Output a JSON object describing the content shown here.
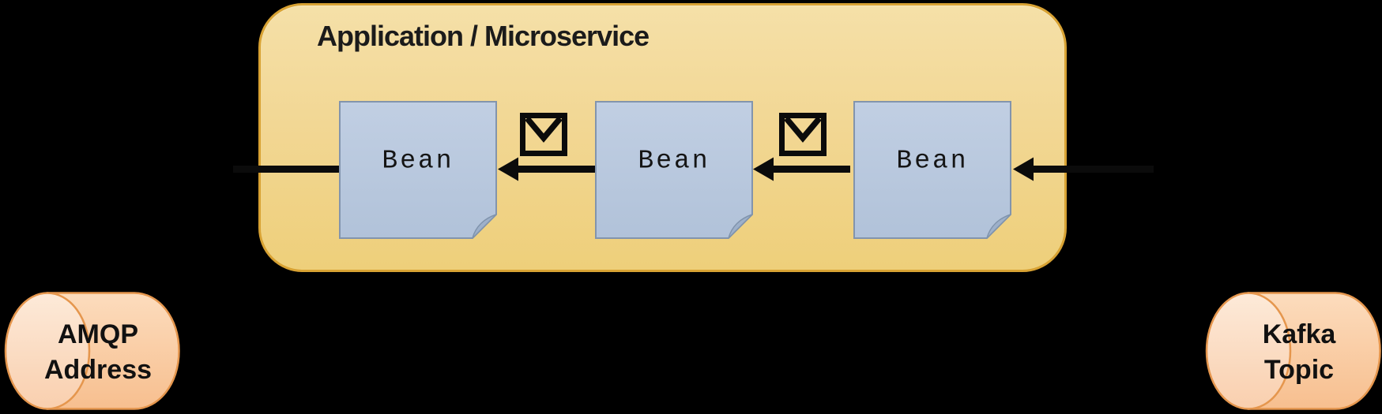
{
  "diagram": {
    "title": "Application / Microservice",
    "beans": [
      {
        "label": "Bean"
      },
      {
        "label": "Bean"
      },
      {
        "label": "Bean"
      }
    ],
    "endpoints": [
      {
        "id": "amqp-address",
        "line1": "AMQP",
        "line2": "Address"
      },
      {
        "id": "kafka-topic",
        "line1": "Kafka",
        "line2": "Topic"
      }
    ],
    "message_icons": [
      {
        "name": "envelope"
      },
      {
        "name": "envelope"
      }
    ],
    "flow_direction": "right-to-left",
    "colors": {
      "background": "#000000",
      "container_fill_top": "#f5e0a8",
      "container_fill_bottom": "#eecf7a",
      "container_border": "#d8a233",
      "bean_fill_top": "#c1cfe3",
      "bean_fill_bottom": "#b1c2d9",
      "bean_border": "#8294ad",
      "cylinder_fill_top": "#fcdcbd",
      "cylinder_fill_bottom": "#f7bf8f",
      "cylinder_border": "#e5964d",
      "arrow": "#0b0b0b",
      "text": "#1b1b1b"
    }
  }
}
